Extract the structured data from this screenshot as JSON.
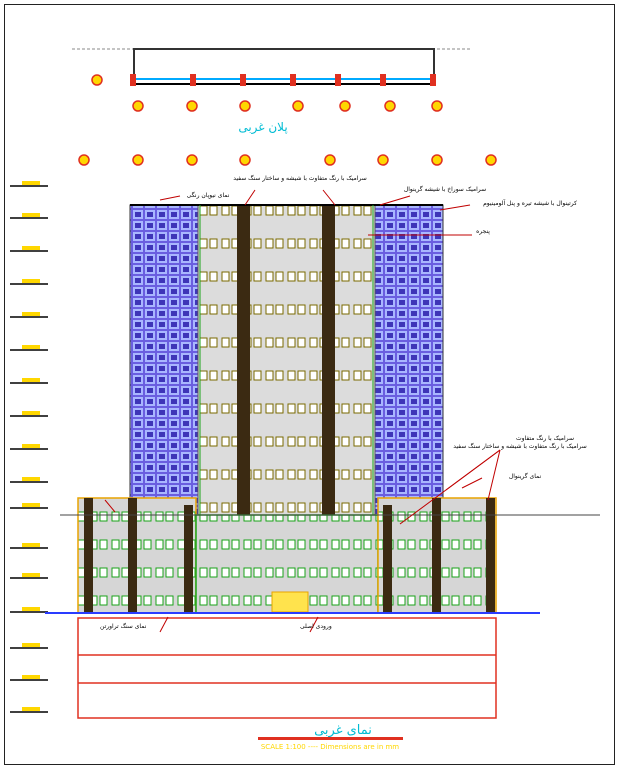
{
  "plan": {
    "title": "پلان غربی"
  },
  "elevation": {
    "title": "نمای غربی",
    "scale_note": "SCALE 1:100 ---- Dimensions are in mm",
    "annotations": {
      "a1": "نمای نیوپان رنگی",
      "a2": "سرامیک با رنگ متفاوت با شیشه و ساختار سنگ سفید",
      "a3": "سرامیک سوراخ با شیشه گرینوال",
      "a4": "کرتینوال با شیشه تیره و پنل آلومینیوم",
      "a5": "پنجره",
      "a6": "سرامیک با رنگ متفاوت",
      "a7": "سرامیک با رنگ متفاوت با شیشه و ساختار سنگ سفید",
      "a8": "نمای گرینوال"
    },
    "bottom_notes": {
      "left": "نمای سنگ تراورتن",
      "mid": "ورودی اصلی"
    }
  },
  "colors": {
    "curtain": "#5b4fd6",
    "concrete": "#d9d9d9",
    "column": "#3b2a12",
    "annotation": "#000000",
    "axis": "#e8a400",
    "plan_text": "#00bcd4"
  }
}
